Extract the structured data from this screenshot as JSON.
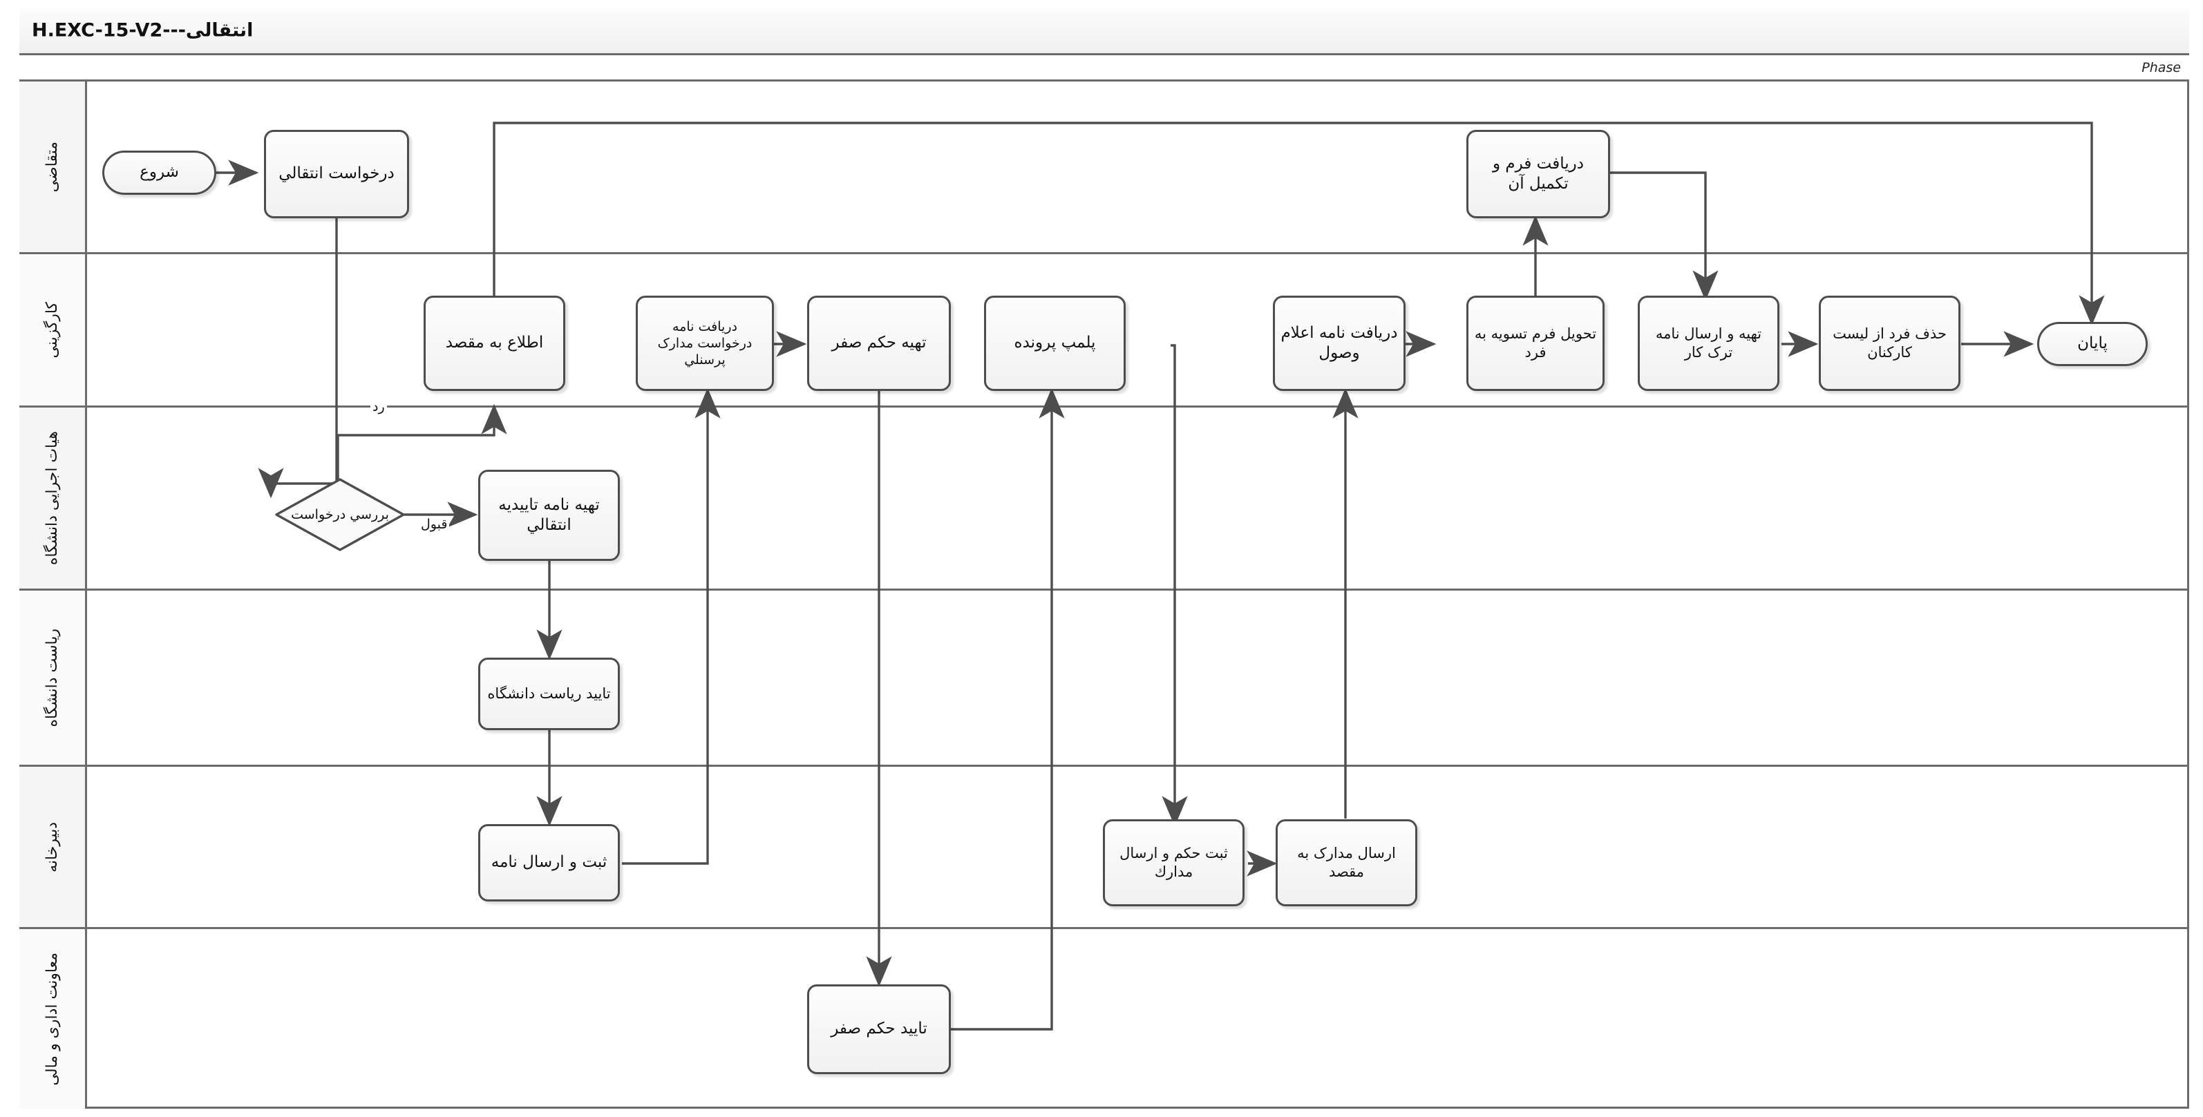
{
  "pool": {
    "title": "انتقالی---H.EXC-15-V2",
    "phase_label": "Phase"
  },
  "lanes": [
    {
      "id": "applicant",
      "label": "متقاضی"
    },
    {
      "id": "hr",
      "label": "کارگزینی"
    },
    {
      "id": "executive-board",
      "label": "هیات اجرایی دانشگاه"
    },
    {
      "id": "university-president",
      "label": "ریاست دانشگاه"
    },
    {
      "id": "secretariat",
      "label": "دبیرخانه"
    },
    {
      "id": "admin-finance",
      "label": "معاونت اداری و مالی"
    }
  ],
  "nodes": {
    "start": "شروع",
    "transfer_request": "درخواست انتقالي",
    "receive_form_and_complete": "دریافت فرم و تکمیل آن",
    "notify_destination": "اطلاع به مقصد",
    "receive_personnel_docs_request_letter": "دریافت نامه درخواست مدارک پرسنلي",
    "prepare_zero_decree": "تهیه حکم صفر",
    "seal_file": "پلمپ پرونده",
    "receive_receipt_notice_letter": "دریافت نامه اعلام وصول",
    "deliver_settlement_form": "تحویل فرم تسویه به فرد",
    "prepare_send_resignation_letter": "تهیه و ارسال نامه ترک کار",
    "remove_from_staff_list": "حذف فرد از لیست کارکنان",
    "end": "پایان",
    "review_request": "بررسي درخواست",
    "prepare_transfer_confirmation_letter": "تهیه نامه تاییدیه انتقالي",
    "president_approval": "تایید ریاست دانشگاه",
    "register_and_send_letter": "ثبت و ارسال نامه",
    "register_decree_send_docs": "ثبت حکم و ارسال مدارك",
    "send_docs_to_destination": "ارسال مدارک به مقصد",
    "approve_zero_decree": "تایید حکم صفر"
  },
  "edge_labels": {
    "reject": "رد",
    "accept": "قبول"
  },
  "colors": {
    "border": "#4d4d4d",
    "lane_border": "#6b6b6b",
    "node_fill_top": "#fdfdfd",
    "node_fill_bottom": "#f1f1f1",
    "line": "#4d4d4d",
    "page_bg": "#ffffff"
  }
}
